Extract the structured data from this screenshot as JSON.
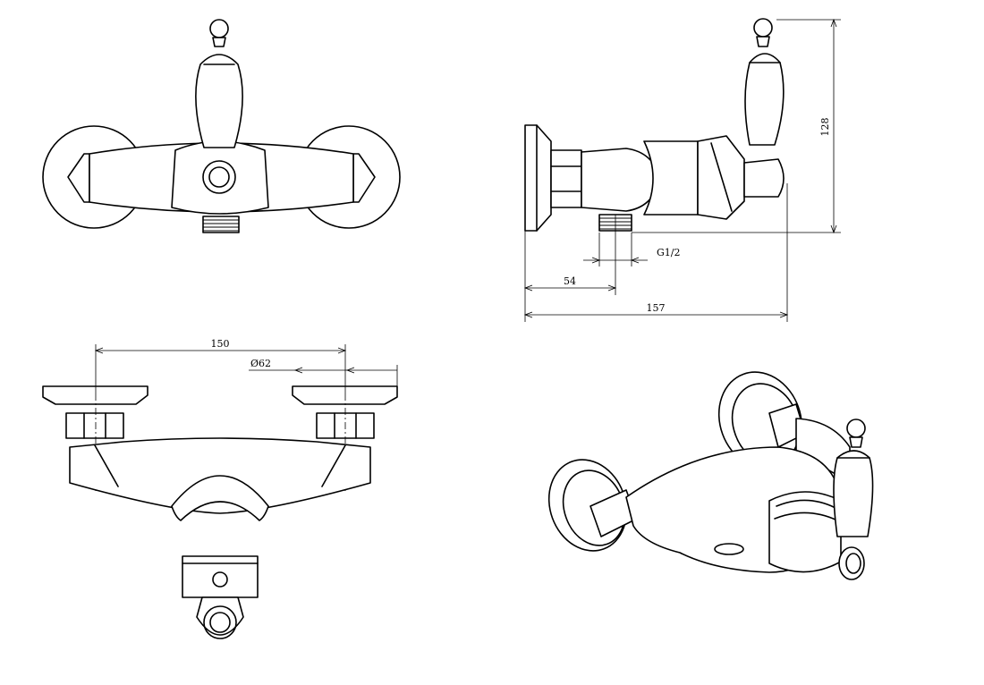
{
  "dimensions": {
    "height_total": "128",
    "thread_size": "G1/2",
    "wall_to_outlet": "54",
    "depth_total": "157",
    "centers": "150",
    "flange_diameter": "Ø62"
  },
  "colors": {
    "line": "#000000",
    "background": "#ffffff"
  }
}
